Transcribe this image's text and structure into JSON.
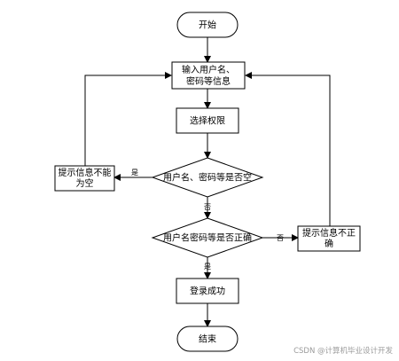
{
  "flowchart": {
    "start": "开始",
    "input_line1": "输入用户名、",
    "input_line2": "密码等信息",
    "select_role": "选择权限",
    "check_empty": "用户名、密码等是否空",
    "check_correct": "用户名密码等是否正确",
    "msg_empty_line1": "提示信息不能",
    "msg_empty_line2": "为空",
    "msg_wrong_line1": "提示信息不正",
    "msg_wrong_line2": "确",
    "login_success": "登录成功",
    "end": "结束",
    "label_yes_empty": "是",
    "label_no_empty": "否",
    "label_no_correct": "否",
    "label_yes_correct": "是"
  },
  "watermark": "CSDN @计算机毕业设计开发"
}
